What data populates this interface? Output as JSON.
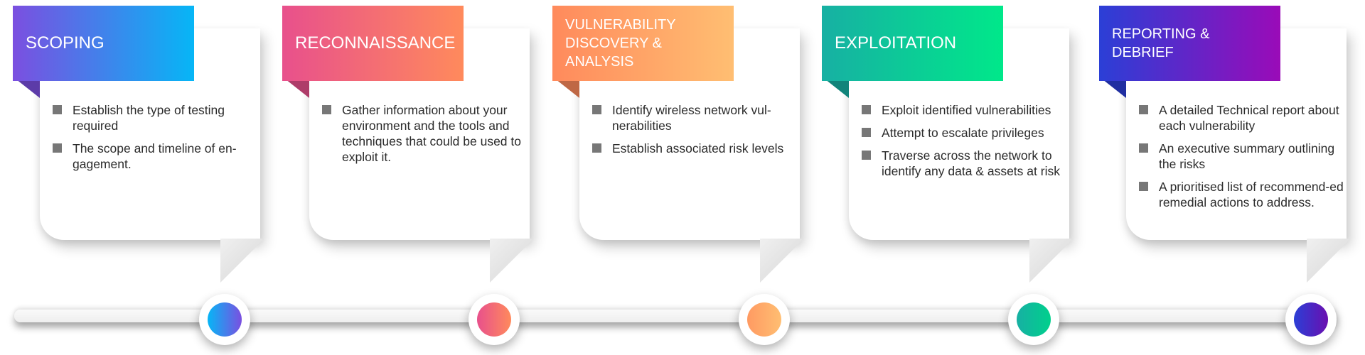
{
  "stages": [
    {
      "title_lines": [
        "SCOPING"
      ],
      "gradient": [
        "#7b4fe0",
        "#06b6f6"
      ],
      "dot_gradient": [
        "#06b6f6",
        "#7b4fe0"
      ],
      "items": [
        "Establish the type of testing required",
        "The scope and timeline of en-gagement."
      ]
    },
    {
      "title_lines": [
        "RECONNAISSANCE"
      ],
      "gradient": [
        "#e8508c",
        "#ff8a5c"
      ],
      "dot_gradient": [
        "#e8508c",
        "#ff8a5c"
      ],
      "items": [
        "Gather information about your environment and the tools and techniques that could be used to exploit it."
      ]
    },
    {
      "title_lines": [
        "VULNERABILITY",
        "DISCOVERY & ANALYSIS"
      ],
      "gradient": [
        "#ff8a5c",
        "#ffbe72"
      ],
      "dot_gradient": [
        "#ff9a62",
        "#ffbe72"
      ],
      "items": [
        "Identify wireless network vul-nerabilities",
        "Establish associated risk levels"
      ]
    },
    {
      "title_lines": [
        "EXPLOITATION"
      ],
      "gradient": [
        "#17b0a3",
        "#00e88a"
      ],
      "dot_gradient": [
        "#17b0a3",
        "#00d08c"
      ],
      "items": [
        "Exploit identified vulnerabilities",
        "Attempt to escalate privileges",
        "Traverse across the network to identify any data & assets at risk"
      ]
    },
    {
      "title_lines": [
        "REPORTING &",
        "DEBRIEF"
      ],
      "gradient": [
        "#2b3fd6",
        "#9a0bb8"
      ],
      "dot_gradient": [
        "#2b3fd6",
        "#6a0fb0"
      ],
      "items": [
        "A detailed Technical report about each vulnerability",
        "An executive summary outlining the risks",
        "A prioritised list of recommend-ed remedial actions to address."
      ]
    }
  ]
}
